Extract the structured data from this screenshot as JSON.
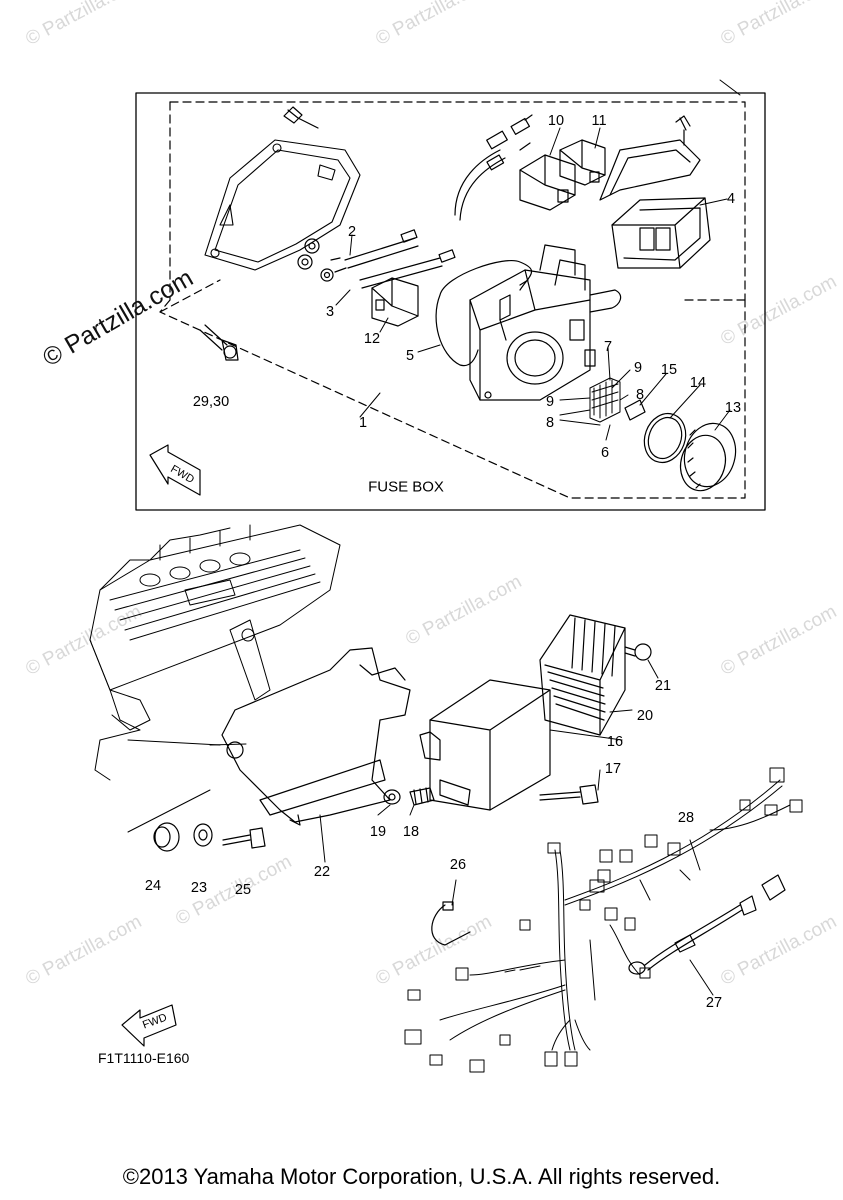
{
  "watermark": {
    "main_text": "© Partzilla.com",
    "tile_text": "© Partzilla.com"
  },
  "diagram": {
    "fuse_box_title": "FUSE BOX",
    "fwd_label": "FWD",
    "drawing_code": "F1T1110-E160",
    "callouts": [
      "1",
      "2",
      "3",
      "4",
      "5",
      "6",
      "7",
      "8",
      "8",
      "9",
      "9",
      "10",
      "11",
      "12",
      "13",
      "14",
      "15",
      "16",
      "17",
      "18",
      "19",
      "20",
      "21",
      "22",
      "23",
      "24",
      "25",
      "26",
      "27",
      "28",
      "29,30"
    ]
  },
  "footer": {
    "copyright": "©2013 Yamaha Motor Corporation, U.S.A. All rights reserved."
  },
  "colors": {
    "line": "#000000",
    "watermark": "#d8d8d8"
  }
}
